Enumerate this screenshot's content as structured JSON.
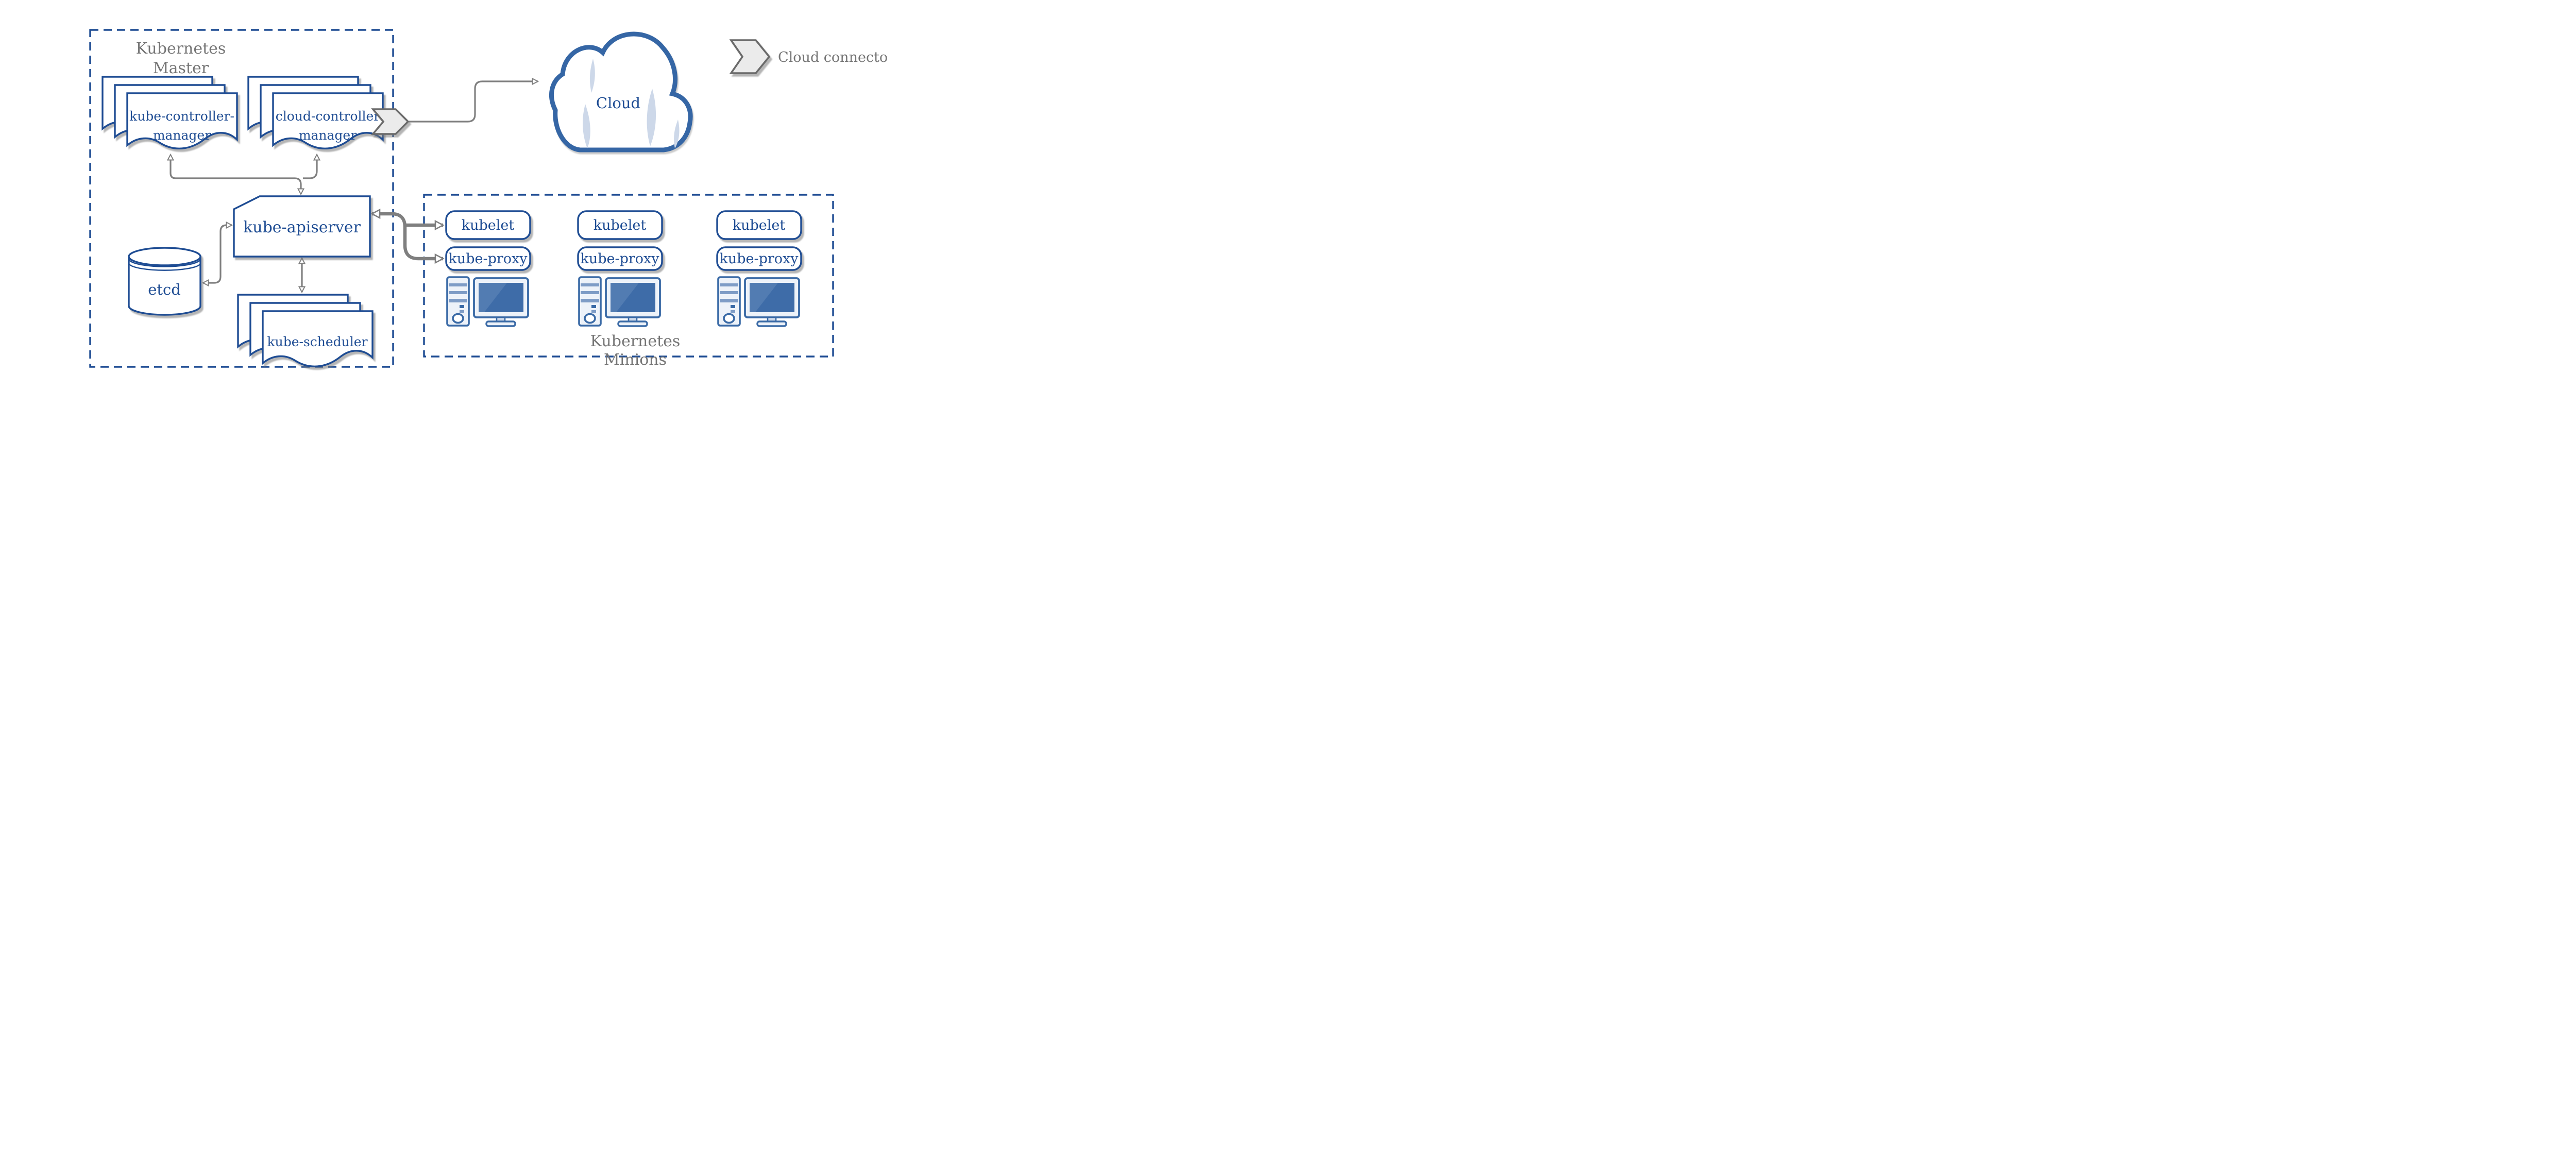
{
  "colors": {
    "node_blue": "#1e4c93",
    "gray_text": "#757575",
    "arrow_gray": "#7f7f7f",
    "computer_icon_blue": "#3a6aa6",
    "computer_fill": "#edf2f9",
    "screen_blue": "#3e6ca8",
    "cloud_outline_blue": "#3566a5",
    "cloud_crescent": "#cdd8e9",
    "chevron_fill": "#ebebeb",
    "chevron_stroke": "#6a6a6a"
  },
  "master": {
    "title_line1": "Kubernetes",
    "title_line2": "Master",
    "kube_controller_manager": {
      "line1": "kube-controller-",
      "line2": "manager"
    },
    "cloud_controller_manager": {
      "line1": "cloud-controller",
      "line2": "manager"
    },
    "kube_apiserver": "kube-apiserver",
    "etcd": "etcd",
    "kube_scheduler": "kube-scheduler"
  },
  "cloud": {
    "label": "Cloud"
  },
  "legend": {
    "label": "Cloud connector"
  },
  "minions": {
    "title_line1": "Kubernetes",
    "title_line2": "Minions",
    "nodes": [
      {
        "kubelet": "kubelet",
        "kube_proxy": "kube-proxy"
      },
      {
        "kubelet": "kubelet",
        "kube_proxy": "kube-proxy"
      },
      {
        "kubelet": "kubelet",
        "kube_proxy": "kube-proxy"
      }
    ]
  }
}
